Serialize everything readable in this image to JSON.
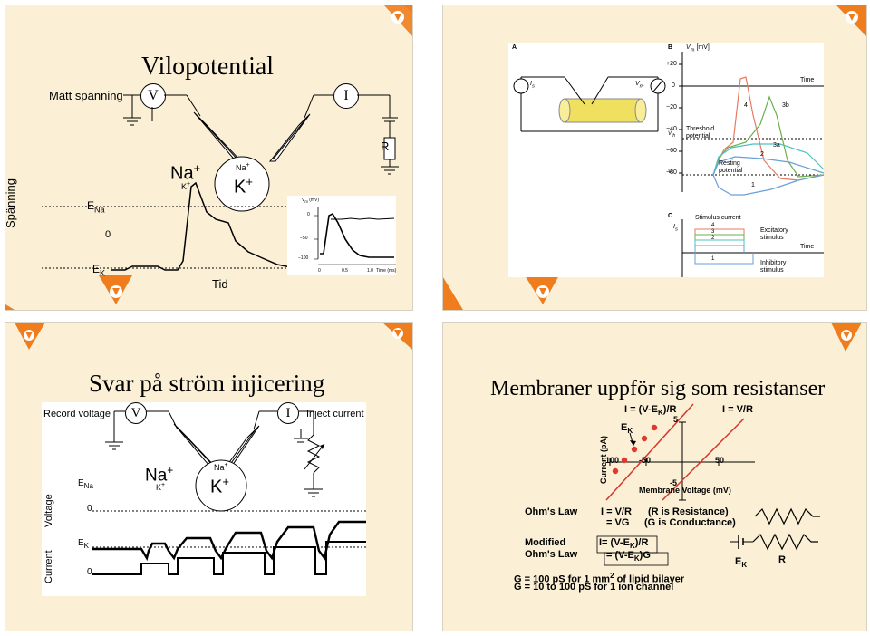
{
  "slide1": {
    "title": "Vilopotential",
    "recording_label": "Mätt spänning",
    "v_symbol": "V",
    "i_symbol": "I",
    "r_symbol": "R",
    "na_ion": "Na",
    "na_charge": "+",
    "k_ion_small": "K",
    "k_charge_small": "+",
    "cell_na": "Na",
    "cell_na_charge": "+",
    "cell_k": "K",
    "cell_k_charge": "+",
    "axis_label_vertical": "Spänning",
    "e_na_label": "E",
    "e_na_sub": "Na",
    "zero_label": "0",
    "e_k_label": "E",
    "e_k_sub": "K",
    "x_axis_label": "Tid",
    "inset": {
      "ylabel": "V",
      "ylabel_sub": "m",
      "ylabel_unit": "(mV)",
      "yticks": [
        "0",
        "−50",
        "−100"
      ],
      "xticks": [
        "0",
        "0.5",
        "1.0"
      ],
      "xlabel": "Time (ms)"
    }
  },
  "slide2": {
    "panel_a_label": "A",
    "panel_b_label": "B",
    "panel_c_label": "C",
    "a_left_label": "I",
    "a_left_sub": "s",
    "a_right_label": "V",
    "a_right_sub": "m",
    "b_ylabel": "V",
    "b_ylabel_sub": "m",
    "b_ylabel_unit": "[mV]",
    "b_yticks": [
      "+20",
      "0",
      "−20",
      "−40",
      "−60",
      "−80"
    ],
    "b_time_label": "Time",
    "vth_label": "V",
    "vth_sub": "th",
    "threshold_label_1": "Threshold",
    "threshold_label_2": "potential",
    "vr_label": "V",
    "vr_sub": "r",
    "resting_label_1": "Resting",
    "resting_label_2": "potential",
    "curve_labels": [
      "4",
      "3b",
      "3a",
      "2",
      "1"
    ],
    "c_ylabel": "I",
    "c_ylabel_sub": "s",
    "c_stimulus_label": "Stimulus current",
    "c_levels": [
      "4",
      "3",
      "2",
      "1"
    ],
    "c_exc_1": "Excitatory",
    "c_exc_2": "stimulus",
    "c_time_label": "Time",
    "c_inh_1": "Inhibitory",
    "c_inh_2": "stimulus"
  },
  "slide3": {
    "title": "Svar på ström injicering",
    "record_label": "Record voltage",
    "inject_label": "Inject current",
    "v_symbol": "V",
    "i_symbol": "I",
    "na_ion": "Na",
    "na_charge": "+",
    "k_ion_small": "K",
    "k_charge_small": "+",
    "cell_na": "Na",
    "cell_na_charge": "+",
    "cell_k": "K",
    "cell_k_charge": "+",
    "voltage_label": "Voltage",
    "current_label": "Current",
    "e_na_label": "E",
    "e_na_sub": "Na",
    "zero_label_v": "0",
    "e_k_label": "E",
    "e_k_sub": "K",
    "zero_label_c": "0"
  },
  "slide4": {
    "title": "Membraner uppför sig som resistanser",
    "eq_top_left": "I = (V-E",
    "eq_top_left_sub": "K",
    "eq_top_left_end": ")/R",
    "eq_top_right": "I = V/R",
    "ek_label": "E",
    "ek_sub": "K",
    "y_axis_label": "Current (pA)",
    "x_axis_label": "Membrane Voltage (mV)",
    "tick_5": "5",
    "tick_neg5": "-5",
    "tick_neg100": "-100",
    "tick_neg50": "-50",
    "tick_50": "50",
    "ohms_law_label": "Ohm's Law",
    "ohms_eq1": "I = V/R",
    "ohms_eq2": "= VG",
    "ohms_note1": "(R is Resistance)",
    "ohms_note2": "(G is Conductance)",
    "modified_label_1": "Modified",
    "modified_label_2": "Ohm's Law",
    "mod_eq1": "I= (V-E",
    "mod_eq1_sub": "K",
    "mod_eq1_end": ")/R",
    "mod_eq2": "= (V-E",
    "mod_eq2_sub": "K",
    "mod_eq2_end": ")G",
    "ek_circuit_label": "E",
    "ek_circuit_sub": "K",
    "r_circuit_label": "R",
    "g_line1_pre": "G = 100 pS for 1 mm",
    "g_line1_sup": "2",
    "g_line1_post": " of lipid bilayer",
    "g_line2": "G = 10 to 100 pS for 1 ion channel"
  },
  "colors": {
    "slide_bg": "#fbf0d6",
    "deco_orange": "#ef7d1e",
    "membrane_yellow": "#f0e060",
    "line_red": "#d8342a",
    "dot_red": "#e0382a",
    "b_red": "#e87a60",
    "b_blue": "#6a9fd8",
    "b_cyan": "#4fc0c0",
    "b_green": "#6ab04a"
  }
}
